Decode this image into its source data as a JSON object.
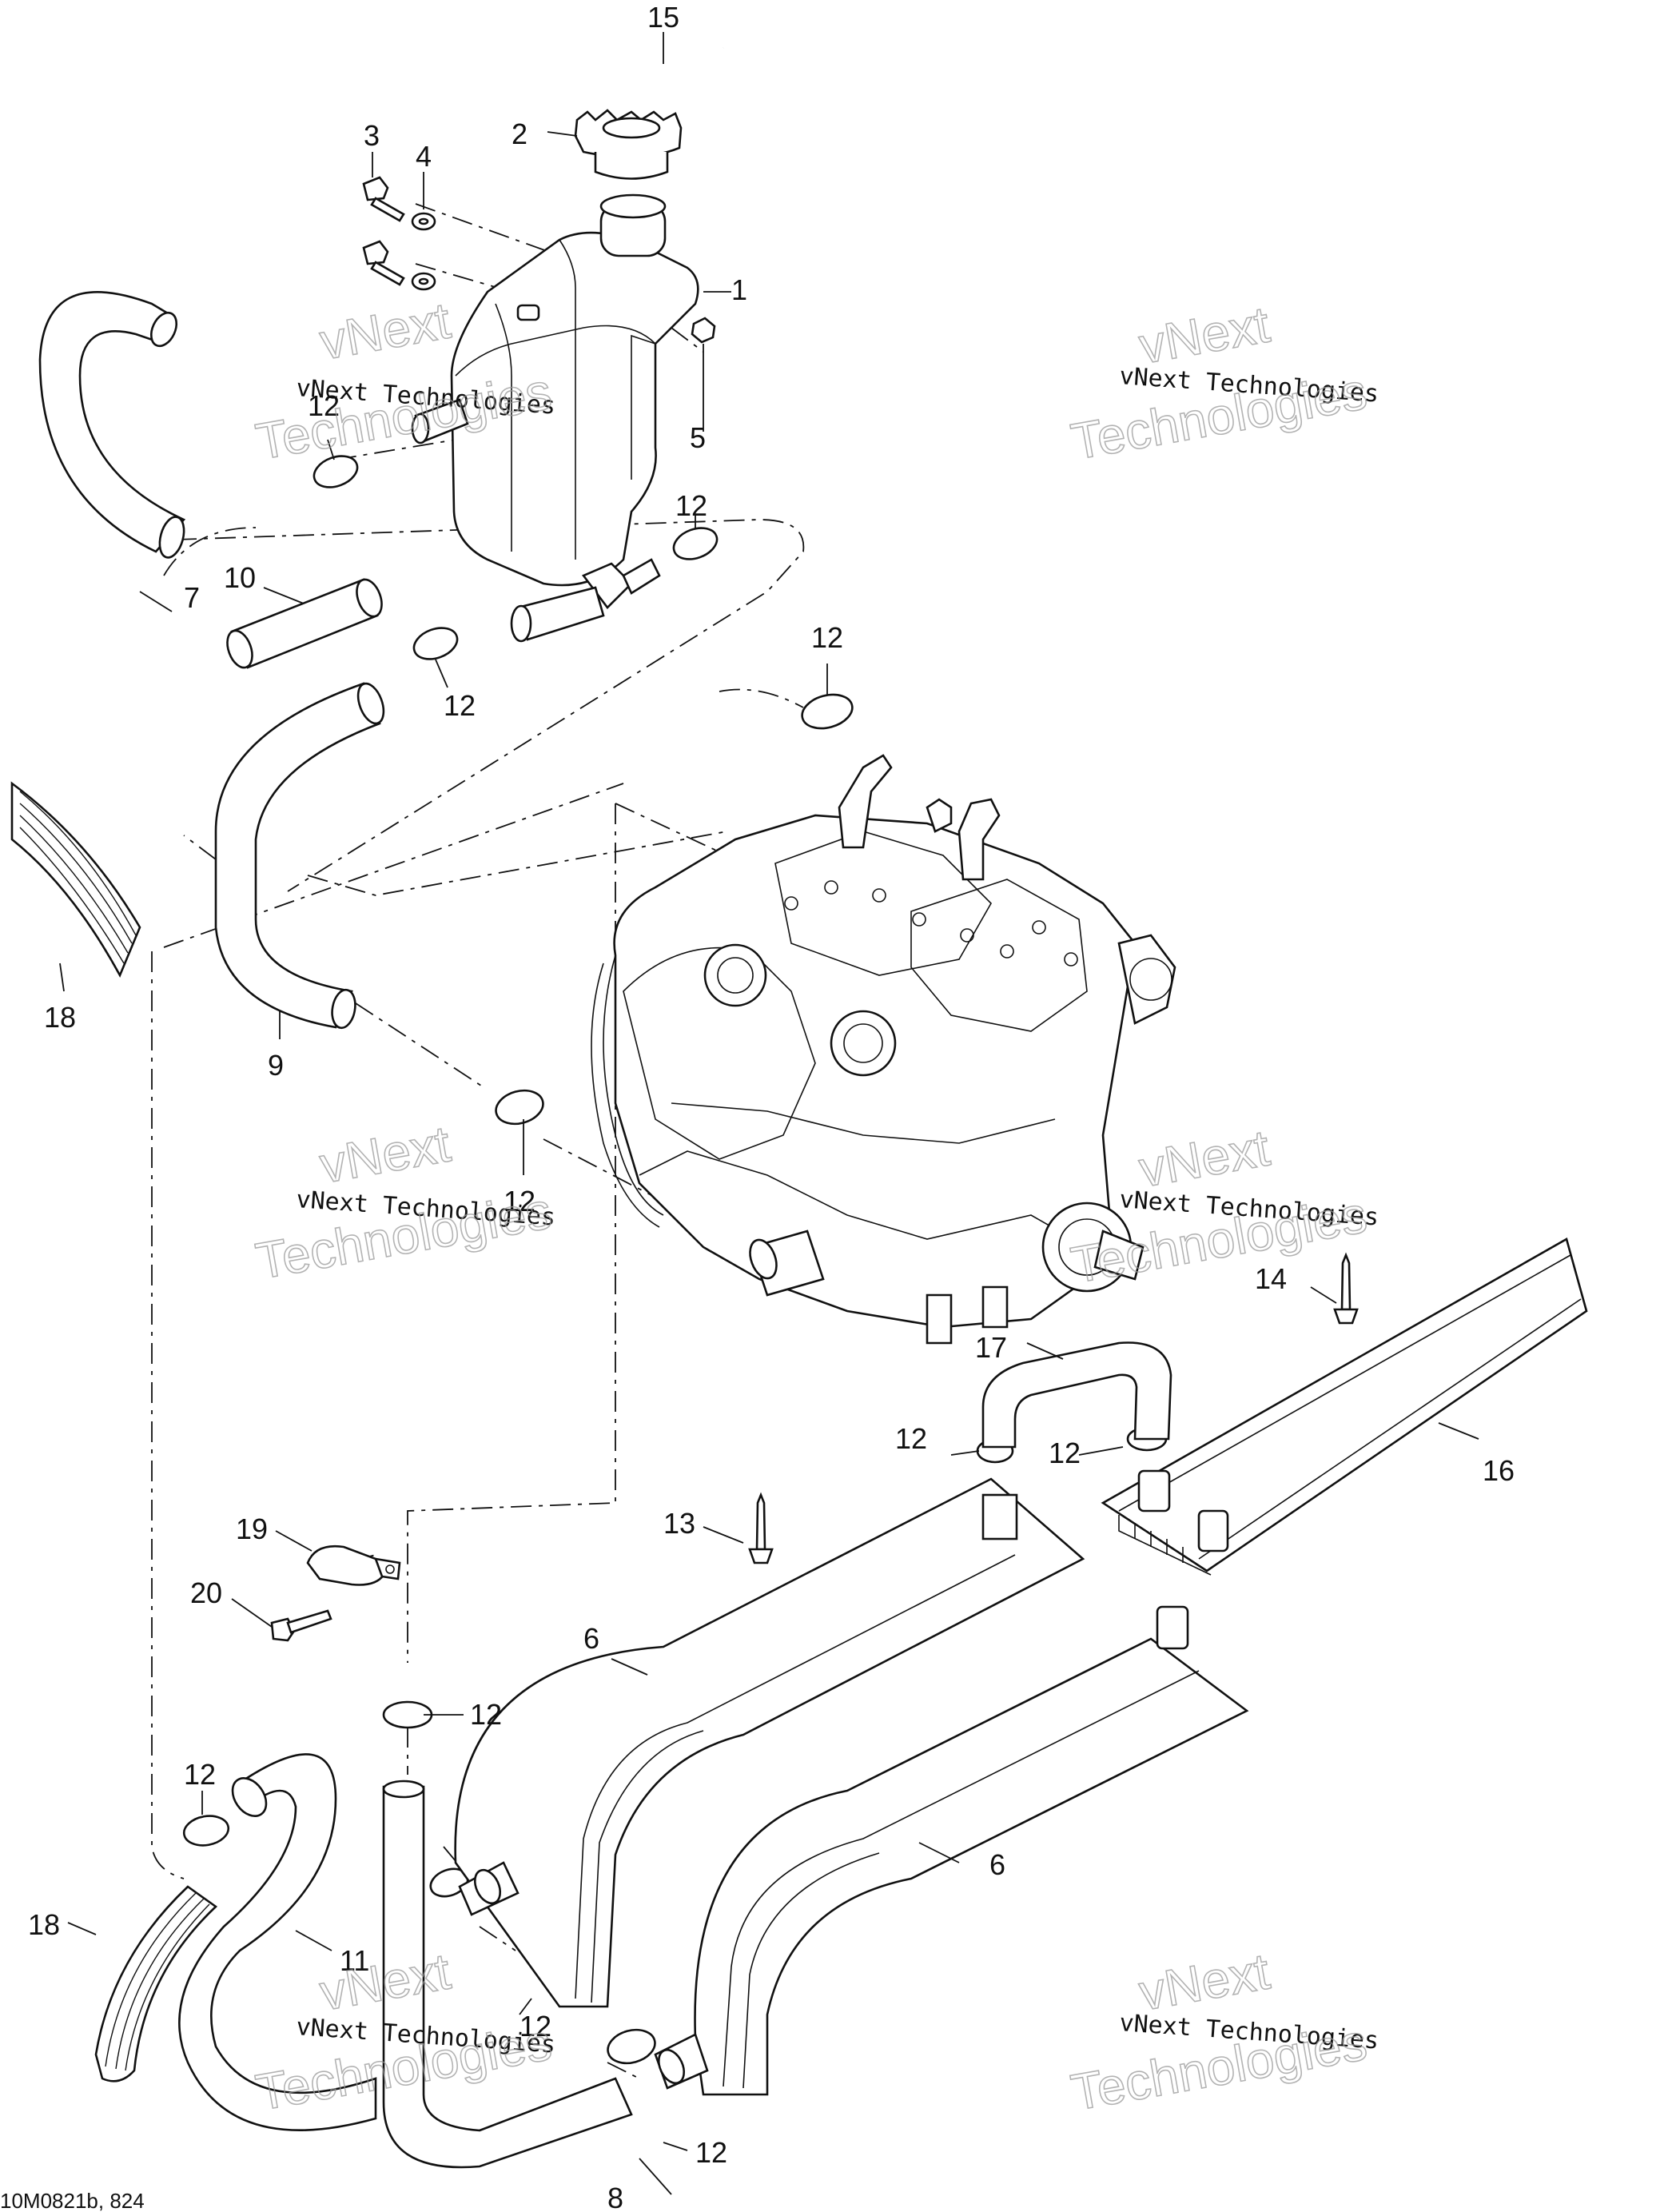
{
  "diagram": {
    "callouts": [
      "15",
      "2",
      "3",
      "4",
      "1",
      "5",
      "12",
      "7",
      "10",
      "9",
      "18",
      "14",
      "17",
      "16",
      "13",
      "19",
      "20",
      "6",
      "11",
      "8"
    ],
    "watermark": {
      "line1": "vNext Technologies",
      "ghost_top": "vNext",
      "ghost_bottom": "Technologies"
    },
    "doc_ref": "10M0821b, 824"
  }
}
